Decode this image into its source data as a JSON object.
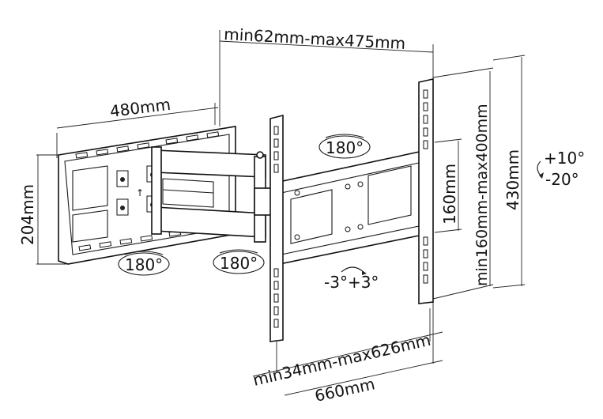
{
  "dimensions": {
    "width_range": "min62mm-max475mm",
    "depth": "480mm",
    "wall_plate_height": "204mm",
    "height_range": "min160mm-max400mm",
    "arm_spacing": "160mm",
    "total_height": "430mm",
    "horizontal_range": "min34mm-max626mm",
    "total_width": "660mm"
  },
  "rotations": {
    "swivel_top": "180°",
    "swivel_wall": "180°",
    "swivel_mid": "180°",
    "tilt_up": "+10°",
    "tilt_down": "-20°",
    "level": "-3°+3°"
  }
}
